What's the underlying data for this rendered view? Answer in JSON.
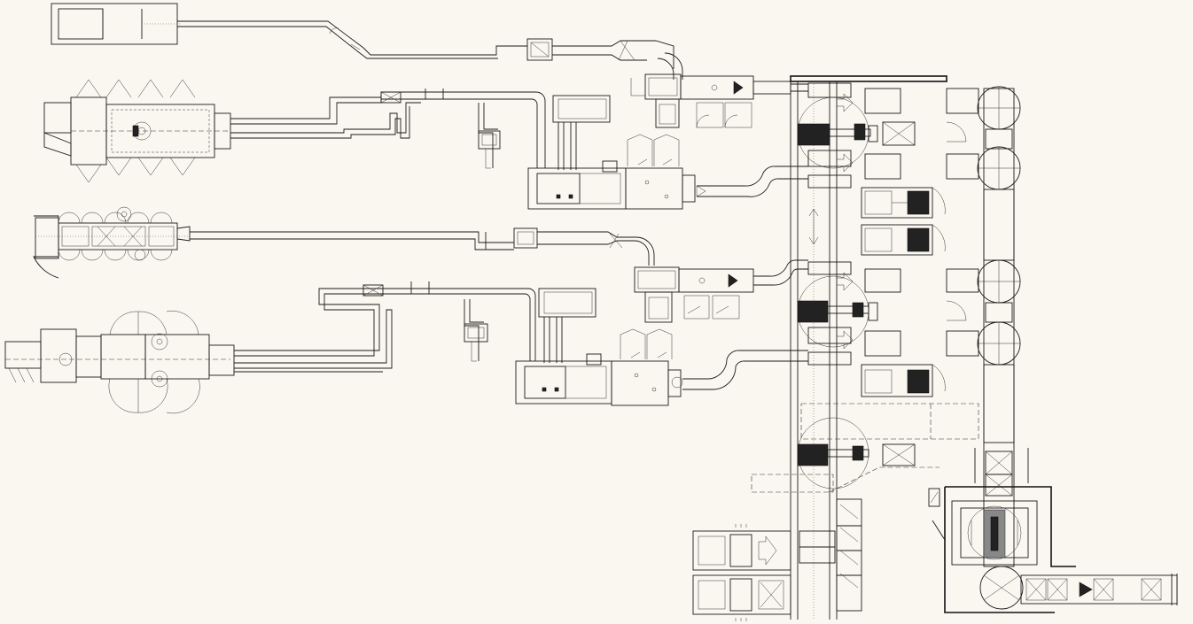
{
  "drawing": {
    "type": "plant-layout-top-view",
    "background": "#faf7f0",
    "ink": "#1a1a1a",
    "filling_lines": [
      {
        "id": "line-1"
      },
      {
        "id": "line-2"
      },
      {
        "id": "line-3"
      },
      {
        "id": "line-4"
      }
    ],
    "palletizer_cells": [
      {
        "id": "cell-a"
      },
      {
        "id": "cell-b"
      },
      {
        "id": "cell-c"
      }
    ]
  }
}
